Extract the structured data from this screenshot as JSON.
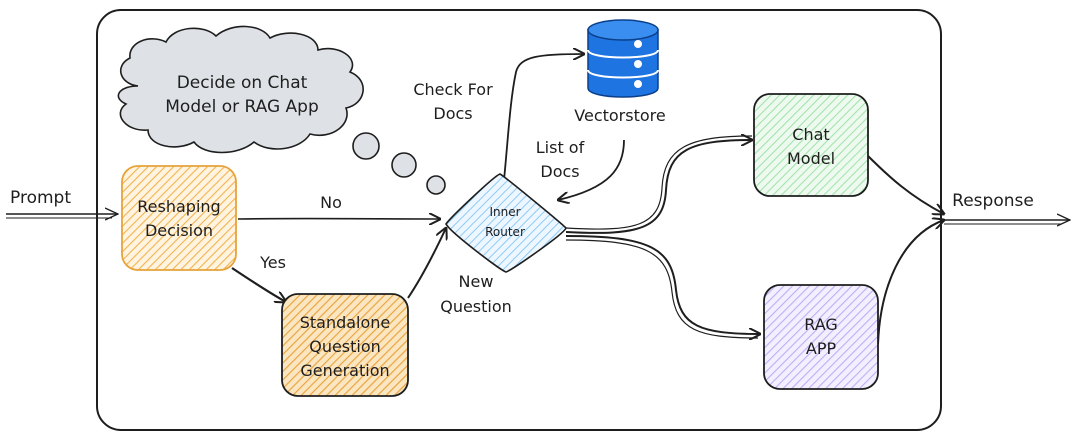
{
  "diagram": {
    "thought": {
      "line1": "Decide on Chat",
      "line2": "Model or RAG App"
    },
    "nodes": {
      "reshaping": {
        "line1": "Reshaping",
        "line2": "Decision"
      },
      "standalone": {
        "line1": "Standalone",
        "line2": "Question",
        "line3": "Generation"
      },
      "router": {
        "line1": "Inner",
        "line2": "Router"
      },
      "vectorstore": {
        "label": "Vectorstore"
      },
      "chat_model": {
        "line1": "Chat",
        "line2": "Model"
      },
      "rag_app": {
        "line1": "RAG",
        "line2": "APP"
      }
    },
    "edges": {
      "prompt": "Prompt",
      "no": "No",
      "yes": "Yes",
      "check_docs": {
        "line1": "Check For",
        "line2": "Docs"
      },
      "list_docs": {
        "line1": "List of",
        "line2": "Docs"
      },
      "new_question": {
        "line1": "New",
        "line2": "Question"
      },
      "response": "Response"
    },
    "colors": {
      "reshaping_fill": "#ffd08a",
      "reshaping_stroke": "#e8a33a",
      "standalone_fill": "#f7c36b",
      "router_fill": "#a5d8ff",
      "chat_fill": "#b2f2bb",
      "rag_fill": "#d0bfff",
      "cloud_fill": "#dee2e6",
      "db_blue": "#1e74e0"
    }
  }
}
